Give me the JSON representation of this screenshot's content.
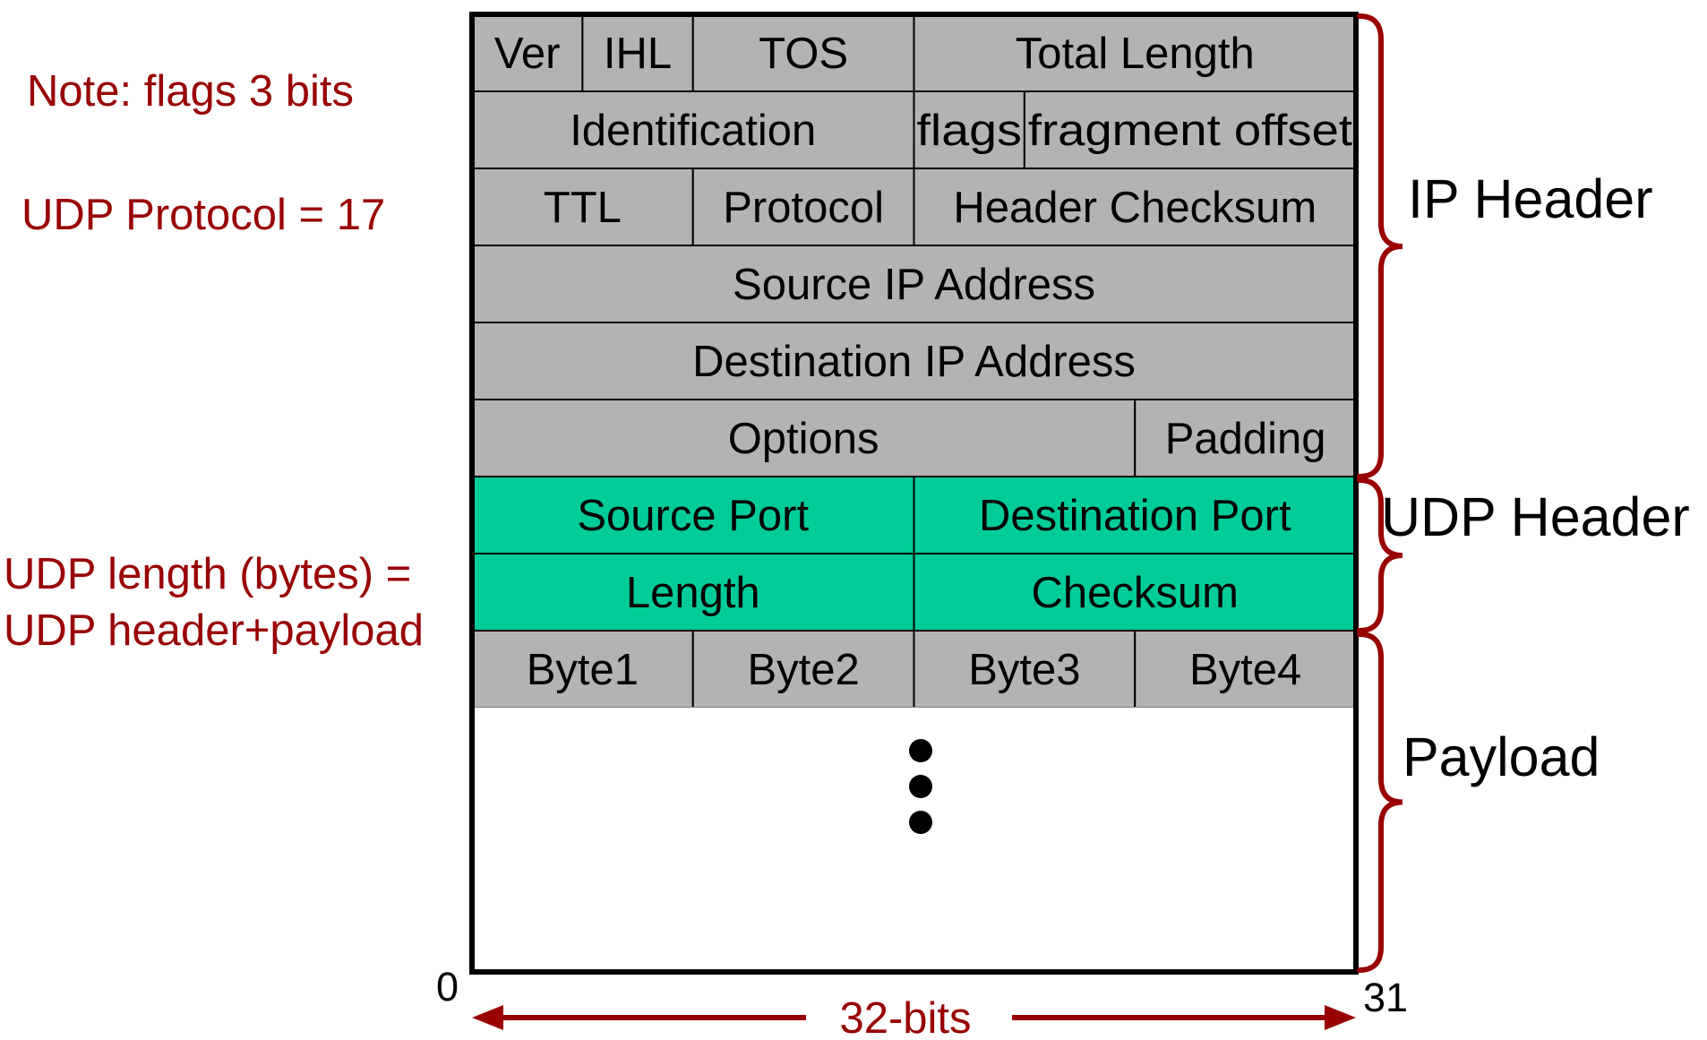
{
  "colors": {
    "header_fill": "#b3b3b3",
    "udp_fill": "#00cc99",
    "annotation": "#990000",
    "frame": "#000000"
  },
  "header_rows": [
    {
      "section": "ip",
      "fields": [
        {
          "id": "ver",
          "label": "Ver",
          "bits": 4
        },
        {
          "id": "ihl",
          "label": "IHL",
          "bits": 4
        },
        {
          "id": "tos",
          "label": "TOS",
          "bits": 8
        },
        {
          "id": "total-length",
          "label": "Total Length",
          "bits": 16
        }
      ]
    },
    {
      "section": "ip",
      "fields": [
        {
          "id": "identification",
          "label": "Identification",
          "bits": 16
        },
        {
          "id": "flags",
          "label": "flags",
          "bits": 4
        },
        {
          "id": "fragment-offset",
          "label": "fragment offset",
          "bits": 12
        }
      ]
    },
    {
      "section": "ip",
      "fields": [
        {
          "id": "ttl",
          "label": "TTL",
          "bits": 8
        },
        {
          "id": "protocol",
          "label": "Protocol",
          "bits": 8
        },
        {
          "id": "header-checksum",
          "label": "Header Checksum",
          "bits": 16
        }
      ]
    },
    {
      "section": "ip",
      "fields": [
        {
          "id": "source-ip-address",
          "label": "Source IP Address",
          "bits": 32
        }
      ]
    },
    {
      "section": "ip",
      "fields": [
        {
          "id": "destination-ip-address",
          "label": "Destination IP Address",
          "bits": 32
        }
      ]
    },
    {
      "section": "ip",
      "fields": [
        {
          "id": "options",
          "label": "Options",
          "bits": 24
        },
        {
          "id": "padding",
          "label": "Padding",
          "bits": 8
        }
      ]
    },
    {
      "section": "udp",
      "fields": [
        {
          "id": "source-port",
          "label": "Source Port",
          "bits": 16
        },
        {
          "id": "destination-port",
          "label": "Destination Port",
          "bits": 16
        }
      ]
    },
    {
      "section": "udp",
      "fields": [
        {
          "id": "length",
          "label": "Length",
          "bits": 16
        },
        {
          "id": "checksum",
          "label": "Checksum",
          "bits": 16
        }
      ]
    },
    {
      "section": "payload",
      "fields": [
        {
          "id": "byte1",
          "label": "Byte1",
          "bits": 8
        },
        {
          "id": "byte2",
          "label": "Byte2",
          "bits": 8
        },
        {
          "id": "byte3",
          "label": "Byte3",
          "bits": 8
        },
        {
          "id": "byte4",
          "label": "Byte4",
          "bits": 8
        }
      ]
    }
  ],
  "sections": {
    "ip": "IP Header",
    "udp": "UDP Header",
    "payload": "Payload"
  },
  "notes": {
    "flags": "Note: flags 3 bits",
    "protocol": "UDP Protocol = 17",
    "length_line1": "UDP length (bytes) =",
    "length_line2": "UDP header+payload"
  },
  "bit_axis": {
    "start": "0",
    "end": "31",
    "width_label": "32-bits"
  },
  "ellipsis_dots": 3
}
